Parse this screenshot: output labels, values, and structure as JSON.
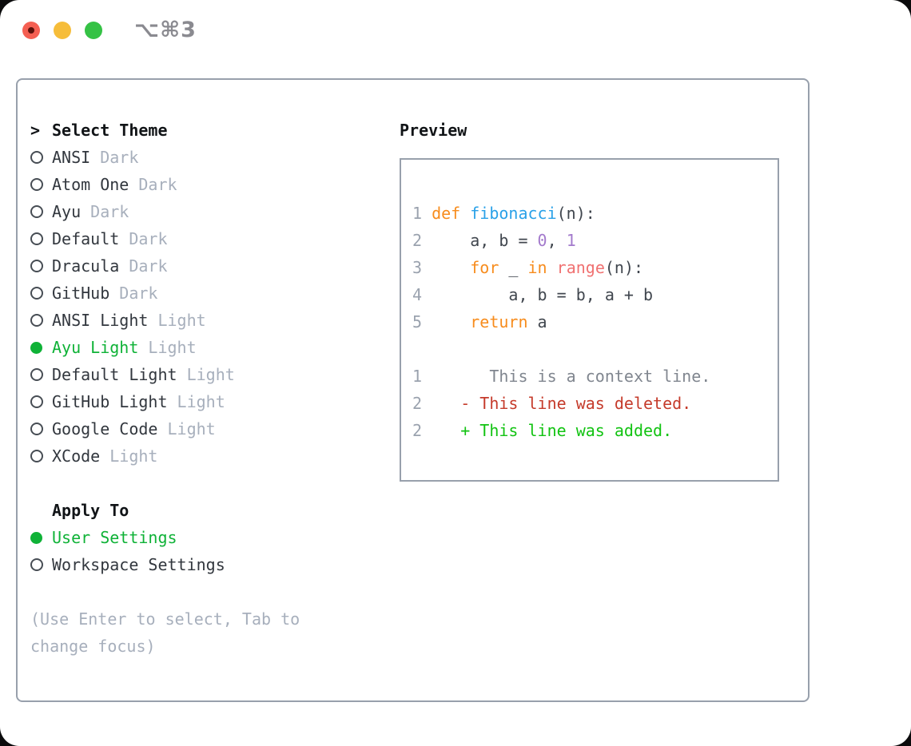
{
  "window": {
    "title": "⌥⌘3",
    "traffic_lights": [
      {
        "name": "close",
        "color": "#f45f52",
        "inner_dot_color": "#5c110b"
      },
      {
        "name": "minimize",
        "color": "#f6bd3a"
      },
      {
        "name": "zoom",
        "color": "#35c245"
      }
    ]
  },
  "theme_selector": {
    "header_prefix": ">",
    "header": "Select Theme",
    "items": [
      {
        "name": "ANSI",
        "variant": "Dark",
        "selected": false
      },
      {
        "name": "Atom One",
        "variant": "Dark",
        "selected": false
      },
      {
        "name": "Ayu",
        "variant": "Dark",
        "selected": false
      },
      {
        "name": "Default",
        "variant": "Dark",
        "selected": false
      },
      {
        "name": "Dracula",
        "variant": "Dark",
        "selected": false
      },
      {
        "name": "GitHub",
        "variant": "Dark",
        "selected": false
      },
      {
        "name": "ANSI Light",
        "variant": "Light",
        "selected": false
      },
      {
        "name": "Ayu Light",
        "variant": "Light",
        "selected": true
      },
      {
        "name": "Default Light",
        "variant": "Light",
        "selected": false
      },
      {
        "name": "GitHub Light",
        "variant": "Light",
        "selected": false
      },
      {
        "name": "Google Code",
        "variant": "Light",
        "selected": false
      },
      {
        "name": "XCode",
        "variant": "Light",
        "selected": false
      }
    ],
    "apply_to": {
      "header": "Apply To",
      "options": [
        {
          "name": "User Settings",
          "selected": true
        },
        {
          "name": "Workspace Settings",
          "selected": false
        }
      ]
    },
    "hint": "(Use Enter to select, Tab to change focus)"
  },
  "preview": {
    "header": "Preview",
    "lines": [
      [
        {
          "t": "1 ",
          "c": "num"
        },
        {
          "t": "def ",
          "c": "kw"
        },
        {
          "t": "fibonacci",
          "c": "fn"
        },
        {
          "t": "(n):",
          "c": "plain"
        }
      ],
      [
        {
          "t": "2 ",
          "c": "num"
        },
        {
          "t": "    a, b = ",
          "c": "plain"
        },
        {
          "t": "0",
          "c": "const"
        },
        {
          "t": ", ",
          "c": "plain"
        },
        {
          "t": "1",
          "c": "const"
        }
      ],
      [
        {
          "t": "3 ",
          "c": "num"
        },
        {
          "t": "    ",
          "c": "plain"
        },
        {
          "t": "for",
          "c": "kw"
        },
        {
          "t": " _ ",
          "c": "plain"
        },
        {
          "t": "in",
          "c": "kw"
        },
        {
          "t": " ",
          "c": "plain"
        },
        {
          "t": "range",
          "c": "call"
        },
        {
          "t": "(n):",
          "c": "plain"
        }
      ],
      [
        {
          "t": "4 ",
          "c": "num"
        },
        {
          "t": "        a, b = b, a + b",
          "c": "plain"
        }
      ],
      [
        {
          "t": "5 ",
          "c": "num"
        },
        {
          "t": "    ",
          "c": "plain"
        },
        {
          "t": "return",
          "c": "kw"
        },
        {
          "t": " a",
          "c": "plain"
        }
      ],
      [],
      [
        {
          "t": "1 ",
          "c": "num"
        },
        {
          "t": "      This is a context line.",
          "c": "ctx"
        }
      ],
      [
        {
          "t": "2 ",
          "c": "num"
        },
        {
          "t": "   - This line was deleted.",
          "c": "del"
        }
      ],
      [
        {
          "t": "2 ",
          "c": "num"
        },
        {
          "t": "   + This line was added.",
          "c": "add"
        }
      ]
    ]
  },
  "colors": {
    "selection_green": "#0fb237",
    "diff_added_green": "#12c312",
    "diff_deleted_red": "#c53b2b",
    "keyword_orange": "#f78c1d",
    "function_blue": "#2aa1e8",
    "call_coral": "#f07171",
    "constant_purple": "#a37acc",
    "code_text": "#40464e",
    "line_number_gray": "#9aa2ae",
    "context_gray": "#80868f",
    "muted_gray": "#a7afbc",
    "border_gray": "#98a0ac",
    "text_dark": "#32373e"
  }
}
